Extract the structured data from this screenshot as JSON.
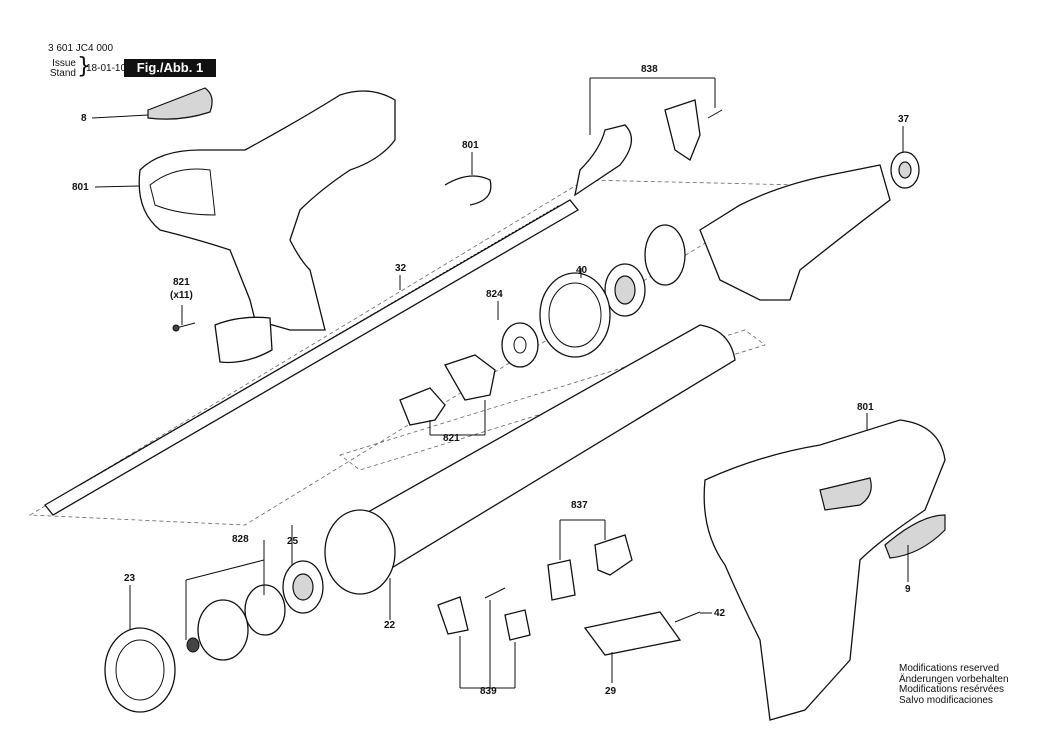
{
  "header": {
    "doc_number": "3 601 JC4 000",
    "issue_label": "Issue",
    "stand_label": "Stand",
    "issue_date": "18-01-10",
    "figure_badge": "Fig./Abb. 1"
  },
  "part_labels": [
    {
      "id": "p8",
      "text": "8"
    },
    {
      "id": "p801a",
      "text": "801"
    },
    {
      "id": "p821a",
      "text": "821"
    },
    {
      "id": "p821a_qty",
      "text": "(x11)"
    },
    {
      "id": "p801b",
      "text": "801"
    },
    {
      "id": "p838",
      "text": "838"
    },
    {
      "id": "p37",
      "text": "37"
    },
    {
      "id": "p32",
      "text": "32"
    },
    {
      "id": "p824",
      "text": "824"
    },
    {
      "id": "p40",
      "text": "40"
    },
    {
      "id": "p821b",
      "text": "821"
    },
    {
      "id": "p801c",
      "text": "801"
    },
    {
      "id": "p828",
      "text": "828"
    },
    {
      "id": "p25",
      "text": "25"
    },
    {
      "id": "p23",
      "text": "23"
    },
    {
      "id": "p22",
      "text": "22"
    },
    {
      "id": "p837",
      "text": "837"
    },
    {
      "id": "p42",
      "text": "42"
    },
    {
      "id": "p9",
      "text": "9"
    },
    {
      "id": "p839",
      "text": "839"
    },
    {
      "id": "p29",
      "text": "29"
    }
  ],
  "notes": [
    "Modifications reserved",
    "Änderungen vorbehalten",
    "Modifications resérvées",
    "Salvo modificaciones"
  ]
}
